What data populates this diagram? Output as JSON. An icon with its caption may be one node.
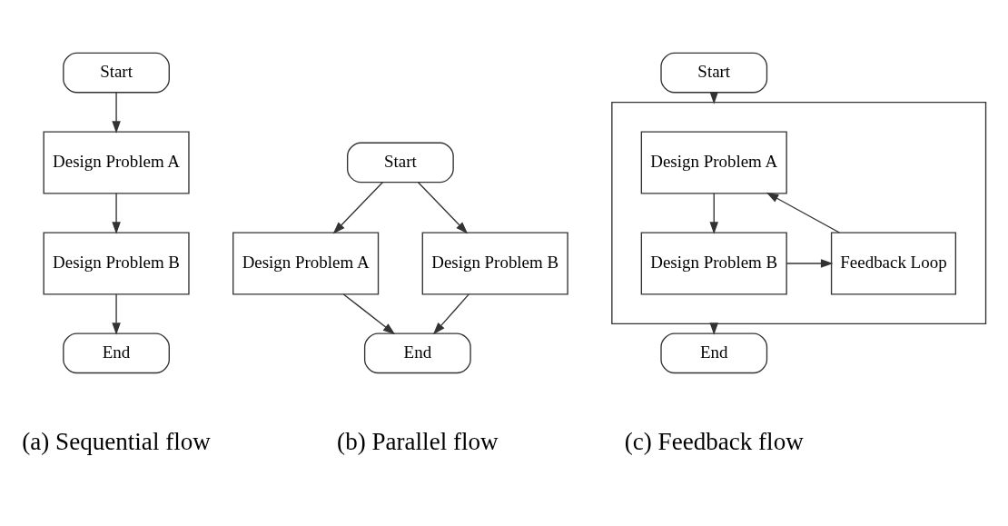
{
  "diagram": {
    "nodes": [
      {
        "text": [
          "Start"
        ]
      },
      {
        "text": [
          "Design Problem A"
        ]
      },
      {
        "text": [
          "Design Problem B"
        ]
      },
      {
        "text": [
          "End"
        ]
      },
      {
        "text": [
          "Start"
        ]
      },
      {
        "text": [
          "Design Problem A"
        ]
      },
      {
        "text": [
          "Design Problem B"
        ]
      },
      {
        "text": [
          "End"
        ]
      },
      {
        "text": [
          "Start"
        ]
      },
      {
        "text": [],
        "shape": "box"
      },
      {
        "text": [
          "Design Problem A"
        ],
        "in": 9
      },
      {
        "text": [
          "Feedback Loop"
        ],
        "in": 9
      },
      {
        "text": [
          "Design Problem B"
        ],
        "in": 9
      },
      {
        "text": [
          "End"
        ]
      }
    ],
    "edges": [
      {
        "from": 0,
        "to": 1,
        "arrow": "to"
      },
      {
        "from": 1,
        "to": 2,
        "arrow": "to"
      },
      {
        "from": 2,
        "to": 3,
        "arrow": "to"
      },
      {
        "from": 4,
        "to": 5,
        "arrow": "to"
      },
      {
        "from": 4,
        "to": 6,
        "arrow": "to"
      },
      {
        "from": 5,
        "to": 7,
        "arrow": "to"
      },
      {
        "from": 6,
        "to": 7,
        "arrow": "to"
      },
      {
        "from": 8,
        "to": 9,
        "arrow": "to"
      },
      {
        "from": 10,
        "to": 12,
        "arrow": "to"
      },
      {
        "from": 12,
        "to": 11,
        "arrow": "to"
      },
      {
        "from": 11,
        "to": 10,
        "arrow": "to"
      },
      {
        "from": 9,
        "to": 13,
        "arrow": "to"
      }
    ],
    "labels": [
      "(a) Sequential flow",
      "(b) Parallel flow",
      "(c) Feedback flow"
    ]
  }
}
